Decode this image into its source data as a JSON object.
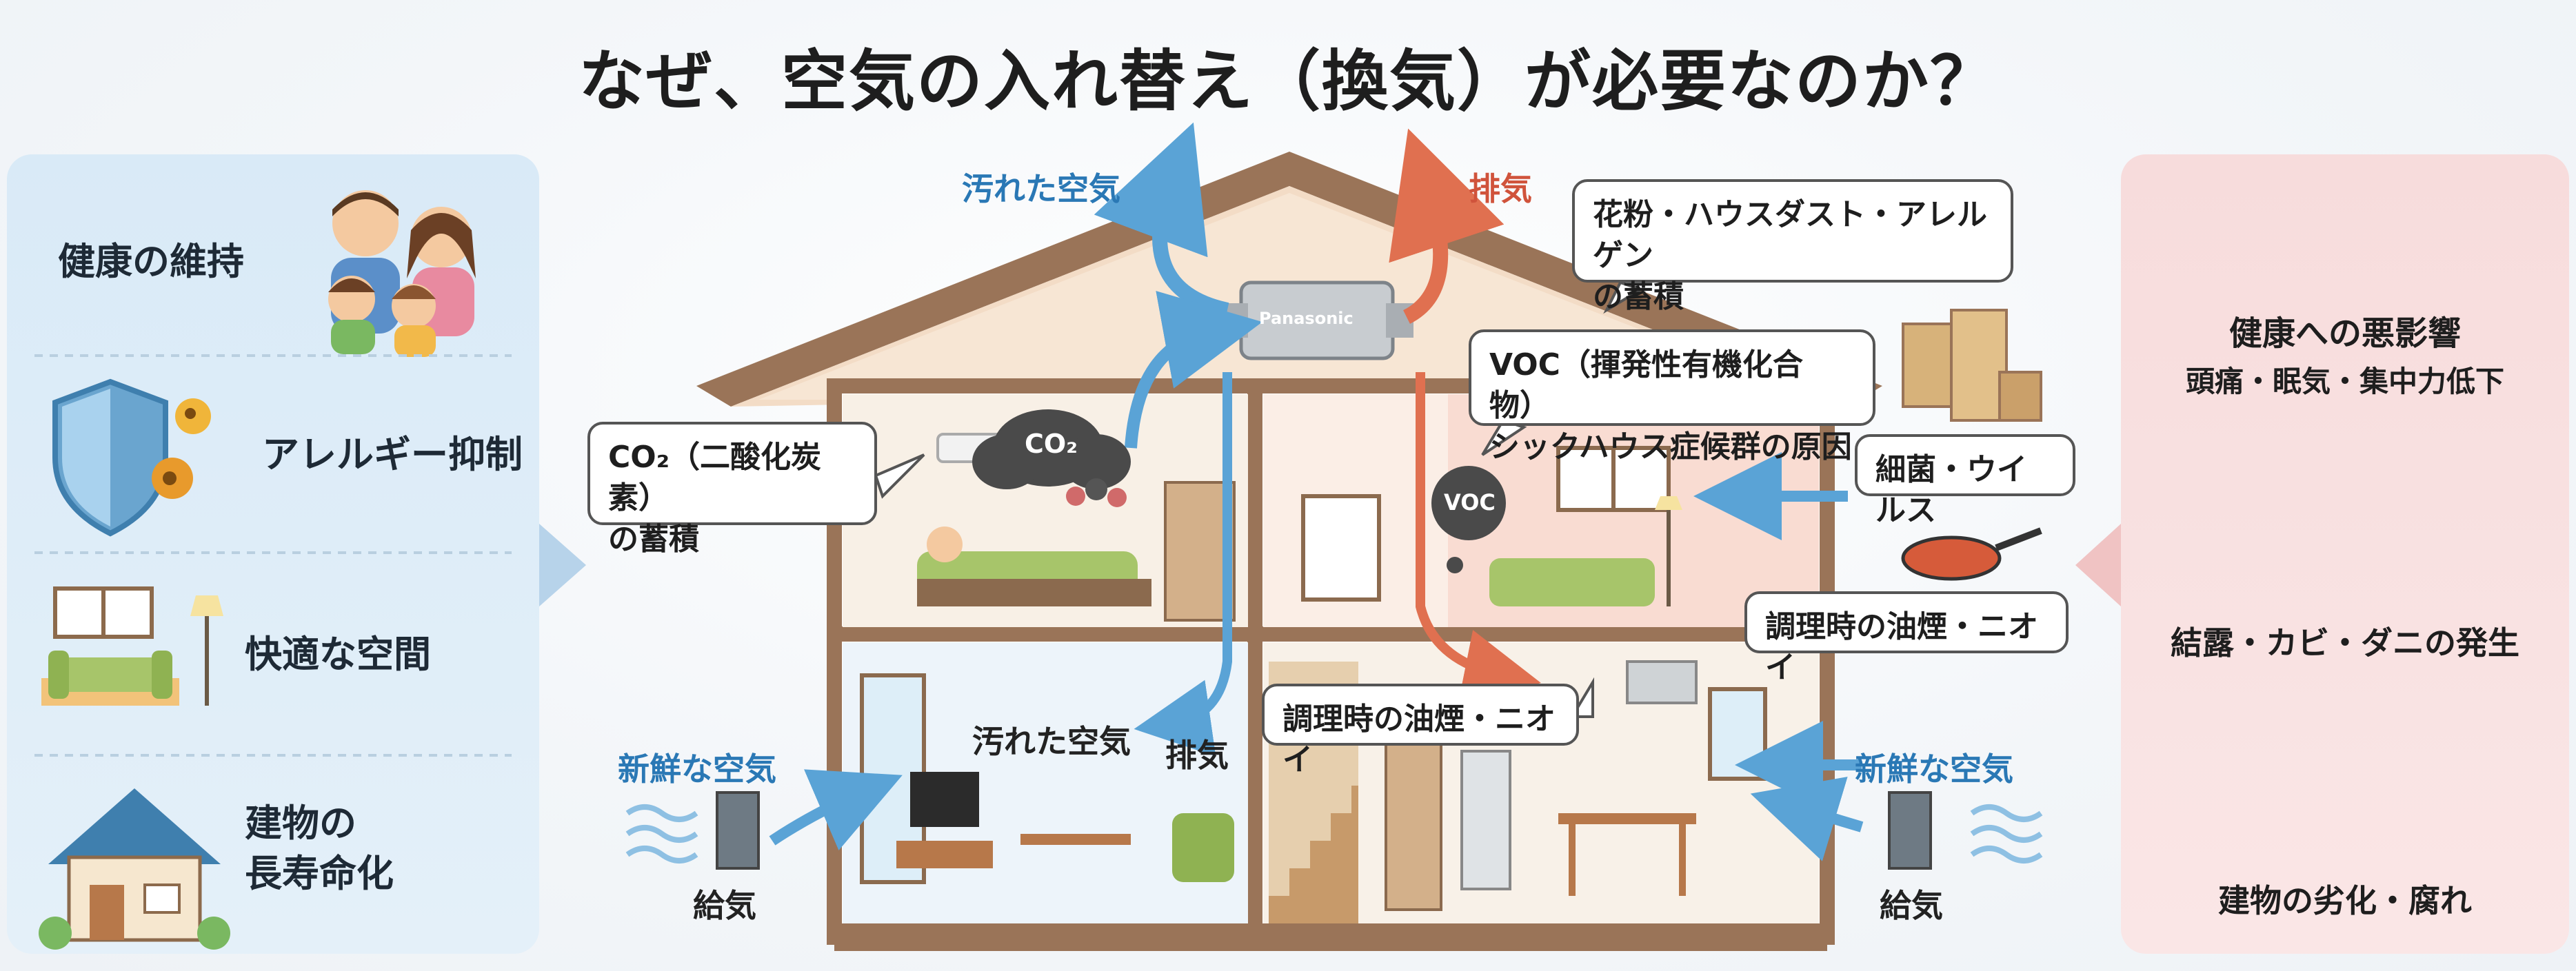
{
  "title": "なぜ、空気の入れ替え（換気）が必要なのか？",
  "left_panel": {
    "items": [
      {
        "label": "健康の維持",
        "icon": "family-icon"
      },
      {
        "label": "アレルギー抑制",
        "icon": "shield-icon"
      },
      {
        "label": "快適な空間",
        "icon": "sofa-icon"
      },
      {
        "label": "建物の\n長寿命化",
        "icon": "house-icon"
      }
    ]
  },
  "right_panel": {
    "items": [
      {
        "label": "健康への悪影響",
        "sub": "頭痛・眠気・集中力低下",
        "icon": "headache-icon"
      },
      {
        "label": "結露・カビ・ダニの発生",
        "icon": "condensation-window-icon"
      },
      {
        "label": "建物の劣化・腐れ",
        "icon": "rotten-wood-icon"
      }
    ]
  },
  "house": {
    "unit_brand": "Panasonic",
    "labels": {
      "dirty_air_top": "汚れた空気",
      "exhaust_top": "排気",
      "fresh_air_left": "新鮮な空気",
      "supply_left": "給気",
      "fresh_air_right": "新鮮な空気",
      "supply_right": "給気",
      "dirty_air_room": "汚れた空気",
      "exhaust_room": "排気",
      "voc_circle": "VOC",
      "co2_cloud": "CO₂"
    },
    "callouts": {
      "pollen": "花粉・ハウスダスト・アレルゲン\nの蓄積",
      "voc": "VOC（揮発性有機化合物）\nシックハウス症候群の原因",
      "co2": "CO₂（二酸化炭素）\nの蓄積",
      "bacteria": "細菌・ウイルス",
      "cooking_right": "調理時の油煙・ニオイ",
      "cooking_center": "調理時の油煙・ニオイ"
    }
  },
  "colors": {
    "fresh_air_arrow": "#5aa3d6",
    "exhaust_arrow": "#e07050",
    "left_panel_bg": "#d9eaf7",
    "right_panel_bg": "#f7dcdc",
    "house_frame": "#9a7458"
  }
}
